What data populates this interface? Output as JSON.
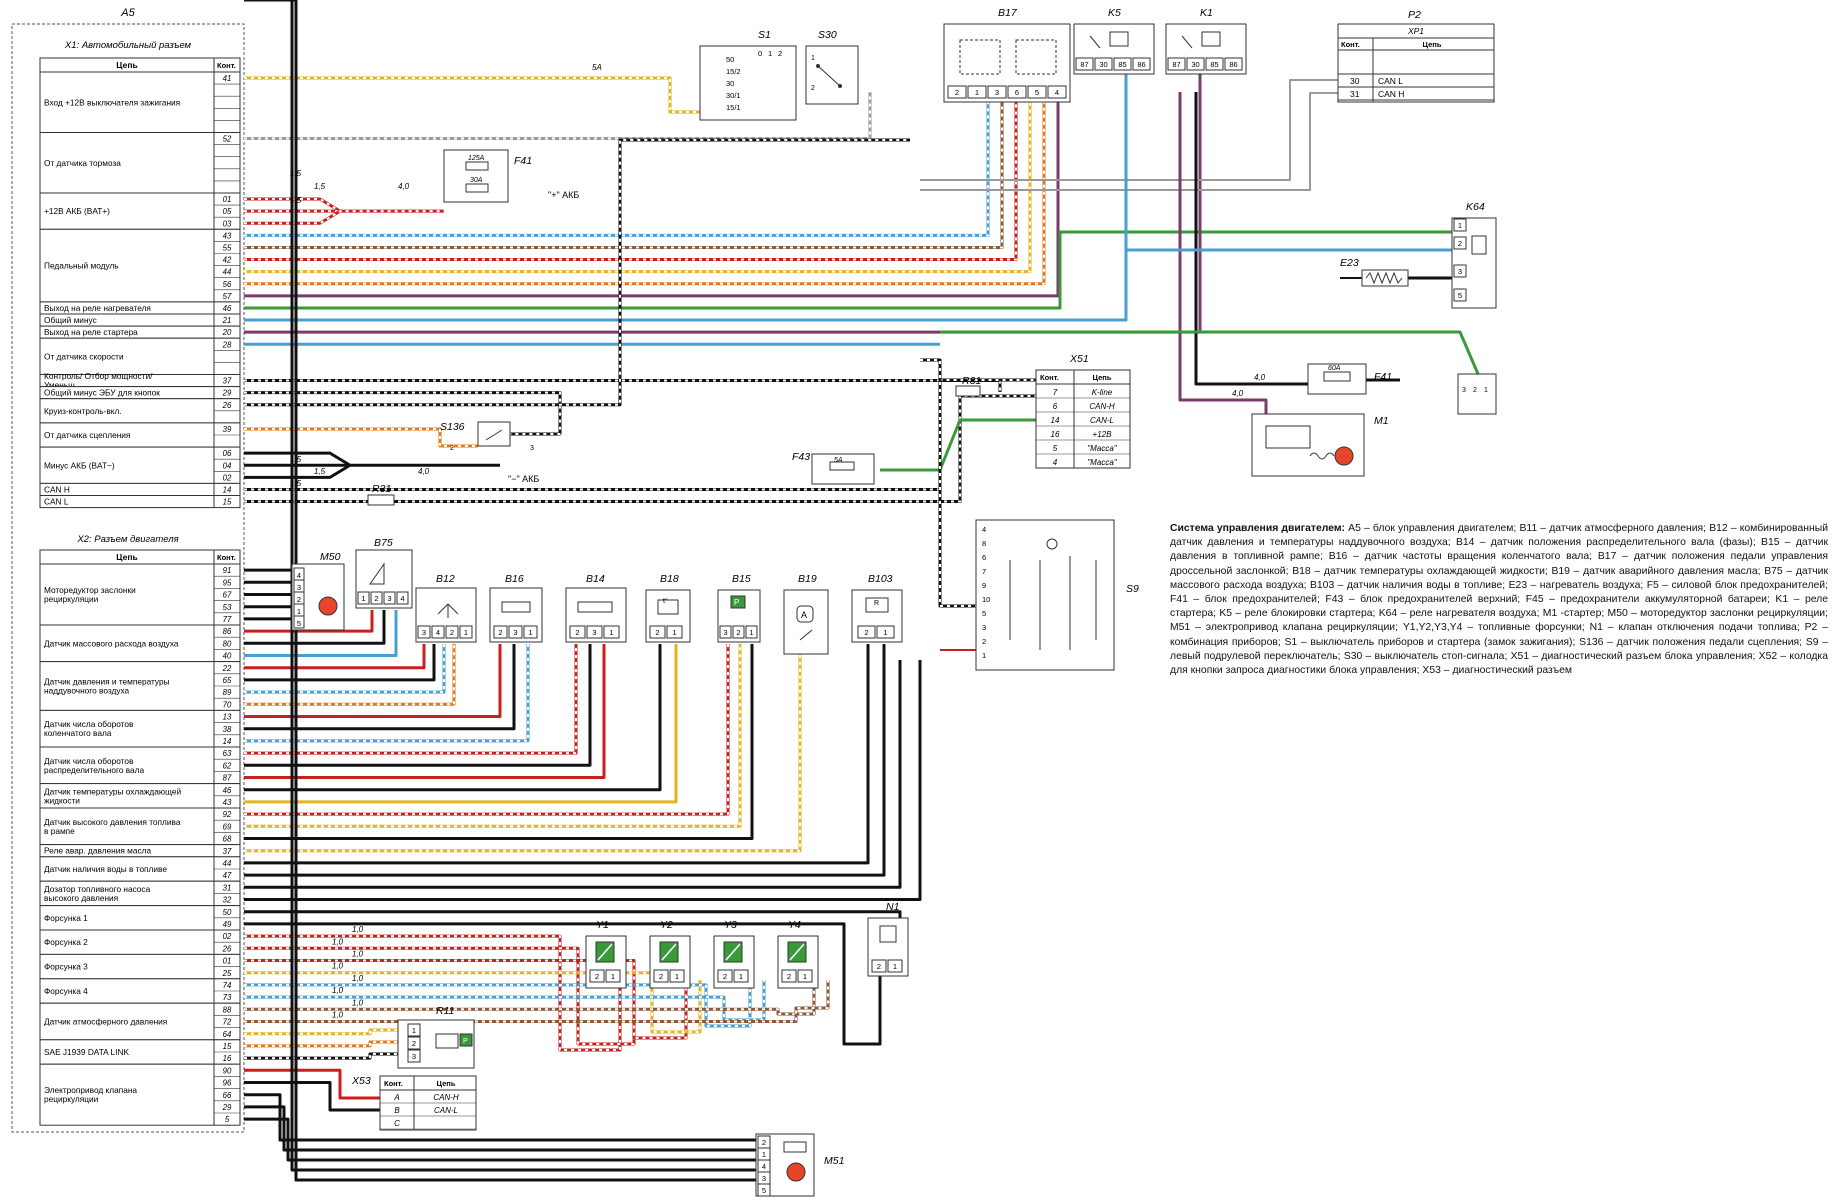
{
  "block_a5": {
    "title": "A5",
    "x1_title": "X1: Автомобильный разъем",
    "x2_title": "X2: Разъем двигателя",
    "col_circuit": "Цепь",
    "col_pin": "Конт.",
    "x1_groups": [
      {
        "label": "Вход +12В выключателя зажигания",
        "pins": [
          "41",
          "",
          "",
          "",
          ""
        ]
      },
      {
        "label": "От датчика тормоза",
        "pins": [
          "52",
          "",
          "",
          "",
          ""
        ]
      },
      {
        "label": "+12В АКБ (BAT+)",
        "pins": [
          "01",
          "05",
          "03"
        ]
      },
      {
        "label": "Педальный модуль",
        "pins": [
          "43",
          "55",
          "42",
          "44",
          "56",
          "57"
        ]
      },
      {
        "label": "Выход на реле нагревателя",
        "pins": [
          "46"
        ]
      },
      {
        "label": "Общий минус",
        "pins": [
          "21"
        ]
      },
      {
        "label": "Выход на реле стартера",
        "pins": [
          "20"
        ]
      },
      {
        "label": "От датчика скорости",
        "pins": [
          "28",
          "",
          ""
        ]
      },
      {
        "label": "Контроль/ Отбор мощности/ Уменьш.",
        "pins": [
          "37"
        ]
      },
      {
        "label": "Общий минус ЭБУ для кнопок",
        "pins": [
          "29"
        ]
      },
      {
        "label": "Круиз-контроль-вкл.",
        "pins": [
          "26",
          ""
        ]
      },
      {
        "label": "От датчика сцепления",
        "pins": [
          "39",
          ""
        ]
      },
      {
        "label": "Минус АКБ (BAT−)",
        "pins": [
          "06",
          "04",
          "02"
        ]
      },
      {
        "label": "CAN H",
        "pins": [
          "14"
        ]
      },
      {
        "label": "CAN L",
        "pins": [
          "15"
        ]
      }
    ],
    "x2_groups": [
      {
        "label": "Моторедуктор заслонки рециркуляции",
        "pins": [
          "91",
          "95",
          "67",
          "53",
          "77"
        ]
      },
      {
        "label": "Датчик массового расхода воздуха",
        "pins": [
          "86",
          "80",
          "40"
        ]
      },
      {
        "label": "Датчик давления и температуры наддувочного воздуха",
        "pins": [
          "22",
          "65",
          "89",
          "70"
        ]
      },
      {
        "label": "Датчик числа оборотов коленчатого вала",
        "pins": [
          "13",
          "38",
          "14"
        ]
      },
      {
        "label": "Датчик числа оборотов распределительного вала",
        "pins": [
          "63",
          "62",
          "87"
        ]
      },
      {
        "label": "Датчик температуры охлаждающей жидкости",
        "pins": [
          "46",
          "43"
        ]
      },
      {
        "label": "Датчик высокого давления топлива в рампе",
        "pins": [
          "92",
          "69",
          "68"
        ]
      },
      {
        "label": "Реле авар. давления масла",
        "pins": [
          "37"
        ]
      },
      {
        "label": "Датчик наличия воды в топливе",
        "pins": [
          "44",
          "47"
        ]
      },
      {
        "label": "Дозатор топливного насоса высокого давления",
        "pins": [
          "31",
          "32"
        ]
      },
      {
        "label": "Форсунка 1",
        "pins": [
          "50",
          "49"
        ]
      },
      {
        "label": "Форсунка 2",
        "pins": [
          "02",
          "26"
        ]
      },
      {
        "label": "Форсунка 3",
        "pins": [
          "01",
          "25"
        ]
      },
      {
        "label": "Форсунка 4",
        "pins": [
          "74",
          "73"
        ]
      },
      {
        "label": "Датчик атмосферного давления",
        "pins": [
          "88",
          "72",
          "64"
        ]
      },
      {
        "label": "SAE J1939 DATA LINK",
        "pins": [
          "15",
          "16"
        ]
      },
      {
        "label": "Электропривод клапана рециркуляции",
        "pins": [
          "90",
          "96",
          "66",
          "29",
          "5"
        ]
      }
    ]
  },
  "components": {
    "S1": {
      "label": "S1",
      "pins": [
        "50",
        "15/2",
        "30",
        "30/1",
        "15/1"
      ],
      "positions": [
        "0",
        "1",
        "2"
      ]
    },
    "S30": {
      "label": "S30",
      "pins": [
        "1",
        "2"
      ]
    },
    "B17": {
      "label": "B17",
      "pins": [
        "2",
        "1",
        "3",
        "6",
        "5",
        "4"
      ]
    },
    "K5": {
      "label": "K5",
      "pins": [
        "87",
        "30",
        "85",
        "86"
      ]
    },
    "K1": {
      "label": "K1",
      "pins": [
        "87",
        "30",
        "85",
        "86"
      ]
    },
    "P2": {
      "label": "P2",
      "sub": "XP1",
      "col_pin": "Конт.",
      "col_circuit": "Цепь",
      "rows": [
        {
          "pin": "30",
          "circuit": "CAN L"
        },
        {
          "pin": "31",
          "circuit": "CAN H"
        }
      ]
    },
    "K64": {
      "label": "K64",
      "pins": [
        "1",
        "2",
        "3",
        "5"
      ]
    },
    "E23": {
      "label": "E23"
    },
    "F41a": {
      "label": "F41",
      "fuse1": "125A",
      "fuse2": "30A",
      "terminal": "\"+\" АКБ"
    },
    "F41b": {
      "label": "F41",
      "fuse": "60A"
    },
    "X51": {
      "label": "X51",
      "col_pin": "Конт.",
      "col_circuit": "Цепь",
      "rows": [
        {
          "pin": "7",
          "circuit": "K-line"
        },
        {
          "pin": "6",
          "circuit": "CAN-H"
        },
        {
          "pin": "14",
          "circuit": "CAN-L"
        },
        {
          "pin": "16",
          "circuit": "+12В"
        },
        {
          "pin": "5",
          "circuit": "\"Масса\""
        },
        {
          "pin": "4",
          "circuit": "\"Масса\""
        }
      ]
    },
    "R31a": {
      "label": "R31"
    },
    "R31b": {
      "label": "R31"
    },
    "F43": {
      "label": "F43",
      "fuse": "5A"
    },
    "M1": {
      "label": "M1"
    },
    "S136": {
      "label": "S136",
      "pins": [
        "2",
        "3"
      ]
    },
    "minus_terminal": {
      "text": "\"−\" АКБ"
    },
    "S9": {
      "label": "S9",
      "pins": [
        "4",
        "8",
        "6",
        "7",
        "9",
        "10",
        "5",
        "3",
        "2",
        "1"
      ]
    },
    "M50": {
      "label": "M50",
      "pins": [
        "4",
        "3",
        "2",
        "1",
        "5"
      ]
    },
    "B75": {
      "label": "B75",
      "pins": [
        "1",
        "2",
        "3",
        "4"
      ]
    },
    "B12": {
      "label": "B12",
      "pins": [
        "3",
        "4",
        "2",
        "1"
      ]
    },
    "B16": {
      "label": "B16",
      "pins": [
        "2",
        "3",
        "1"
      ]
    },
    "B14": {
      "label": "B14",
      "pins": [
        "2",
        "3",
        "1"
      ]
    },
    "B18": {
      "label": "B18",
      "pins": [
        "2",
        "1"
      ],
      "symbol": "t°"
    },
    "B15": {
      "label": "B15",
      "pins": [
        "3",
        "2",
        "1"
      ],
      "symbol": "P"
    },
    "B19": {
      "label": "B19",
      "symbol": "A"
    },
    "B103": {
      "label": "B103",
      "pins": [
        "2",
        "1"
      ],
      "symbol": "R"
    },
    "Y1": {
      "label": "Y1",
      "pins": [
        "2",
        "1"
      ]
    },
    "Y2": {
      "label": "Y2",
      "pins": [
        "2",
        "1"
      ]
    },
    "Y3": {
      "label": "Y3",
      "pins": [
        "2",
        "1"
      ]
    },
    "Y4": {
      "label": "Y4",
      "pins": [
        "2",
        "1"
      ]
    },
    "N1": {
      "label": "N1",
      "pins": [
        "2",
        "1"
      ]
    },
    "R11": {
      "label": "R11",
      "pins": [
        "1",
        "2",
        "3"
      ],
      "symbol": "P"
    },
    "X53": {
      "label": "X53",
      "col_pin": "Конт.",
      "col_circuit": "Цепь",
      "rows": [
        {
          "pin": "A",
          "circuit": "CAN-H"
        },
        {
          "pin": "B",
          "circuit": "CAN-L"
        },
        {
          "pin": "C",
          "circuit": ""
        }
      ]
    },
    "M51": {
      "label": "M51",
      "pins": [
        "2",
        "1",
        "4",
        "3",
        "5"
      ]
    },
    "K64_relay_conn": {
      "pins": [
        "3",
        "2",
        "1"
      ]
    }
  },
  "wire_labels": {
    "fuse_5a": "5A",
    "cs_15": "1,5",
    "cs_40": "4,0",
    "cs_10": "1,0"
  },
  "caption": {
    "title": "Система управления двигателем:",
    "text": "A5 – блок управления двигателем; B11 – датчик атмосферного давления; B12 – комбинированный датчик давления и температуры наддувочного воздуха; B14 – датчик положения распределительного вала (фазы); B15 – датчик давления в топливной рампе; B16 – датчик частоты вращения коленчатого вала; B17 – датчик положения педали управления дроссельной заслонкой; B18 – датчик температуры охлаждающей жидкости; B19 – датчик аварийного давления масла; B75 – датчик массового расхода воздуха; B103 – датчик наличия воды в топливе; E23 – нагреватель воздуха; F5 – силовой блок предохранителей; F41 – блок предохранителей; F43 – блок предохранителей верхний; F45 – предохранители аккумуляторной батареи; K1 – реле стартера; K5 – реле блокировки стартера; K64 – реле нагревателя воздуха; M1 -стартер; M50 – моторедуктор заслонки рециркуляции; M51 – электропривод клапана рециркуляции; Y1,Y2,Y3,Y4 – топливные форсунки; N1 – клапан отключения подачи топлива; P2 – комбинация приборов; S1 – выключатель приборов и стартера (замок зажигания); S136 – датчик положения педали сцепления; S9 – левый подрулевой переключатель; S30 – выключатель стоп-сигнала; X51 – диагностический разъем блока управления; X52 – колодка для кнопки запроса диагностики блока управления; X53 – диагностический разъем"
  },
  "colors": {
    "red": "#c8201e",
    "blue": "#4a9fd0",
    "yellow": "#e2b420",
    "green": "#3a9a3a",
    "brown": "#8a5a3a",
    "violet": "#7a3a6a",
    "black": "#111111",
    "grey": "#9a9a9a",
    "orange": "#e07820"
  }
}
